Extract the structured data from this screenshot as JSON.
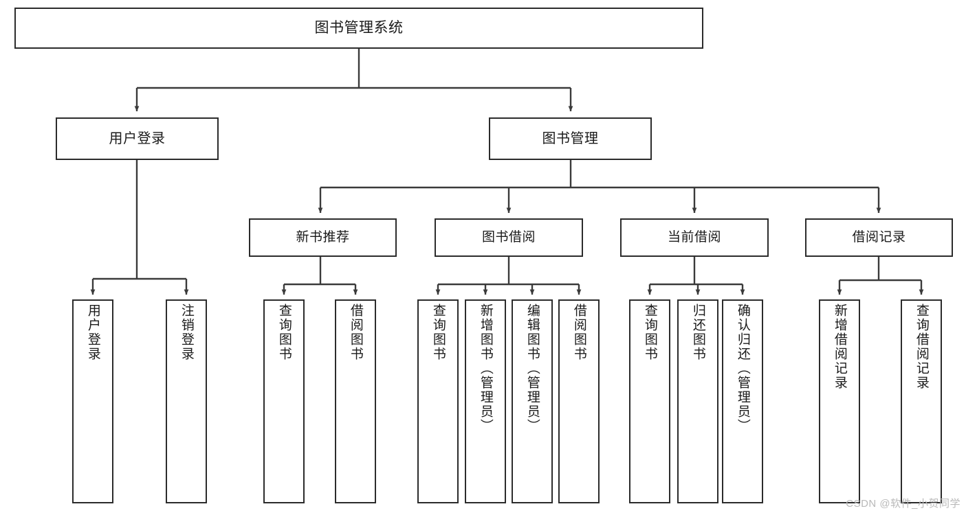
{
  "diagram": {
    "title": "图书管理系统",
    "type": "tree",
    "watermark": "CSDN @软件_小贺同学",
    "colors": {
      "box_border": "#2b2b2b",
      "box_fill": "#ffffff",
      "edge": "#3a3a3a",
      "text": "#1a1a1a",
      "watermark": "#b9b9b9",
      "background": "#ffffff"
    },
    "root": {
      "label": "图书管理系统"
    },
    "level2": [
      {
        "id": "user-login",
        "label": "用户登录"
      },
      {
        "id": "book-manage",
        "label": "图书管理"
      }
    ],
    "level3": [
      {
        "id": "new-book-recommend",
        "label": "新书推荐"
      },
      {
        "id": "book-borrow",
        "label": "图书借阅"
      },
      {
        "id": "current-borrow",
        "label": "当前借阅"
      },
      {
        "id": "borrow-record",
        "label": "借阅记录"
      }
    ],
    "leaves": {
      "user_login": [
        {
          "id": "leaf-user-login",
          "label": "用户登录"
        },
        {
          "id": "leaf-logout-login",
          "label": "注销登录"
        }
      ],
      "new_book_recommend": [
        {
          "id": "leaf-query-book-1",
          "label": "查询图书"
        },
        {
          "id": "leaf-borrow-book-1",
          "label": "借阅图书"
        }
      ],
      "book_borrow": [
        {
          "id": "leaf-query-book-2",
          "label": "查询图书"
        },
        {
          "id": "leaf-add-book",
          "label": "新增图书（管理员）"
        },
        {
          "id": "leaf-edit-book",
          "label": "编辑图书（管理员）"
        },
        {
          "id": "leaf-borrow-book-2",
          "label": "借阅图书"
        }
      ],
      "current_borrow": [
        {
          "id": "leaf-query-book-3",
          "label": "查询图书"
        },
        {
          "id": "leaf-return-book",
          "label": "归还图书"
        },
        {
          "id": "leaf-confirm-return",
          "label": "确认归还（管理员）"
        }
      ],
      "borrow_record": [
        {
          "id": "leaf-add-record",
          "label": "新增借阅记录"
        },
        {
          "id": "leaf-query-record",
          "label": "查询借阅记录"
        }
      ]
    }
  }
}
